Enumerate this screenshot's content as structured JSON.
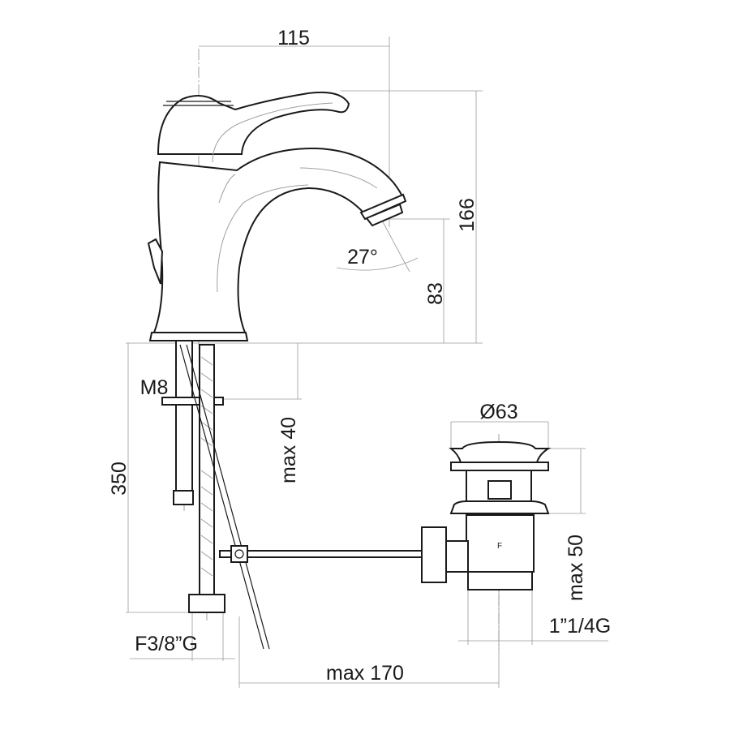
{
  "drawing": {
    "dimensions": {
      "width_top": "115",
      "height_total": "166",
      "spout_height": "83",
      "spout_angle": "27°",
      "thread_rod": "M8",
      "hose_length": "350",
      "deck_thickness": "max 40",
      "drain_diameter": "Ø63",
      "drain_height": "max 50",
      "drain_thread": "1”1/4G",
      "pop_up_reach": "max 170",
      "hose_connection": "F3/8”G"
    },
    "drain_mark": "F"
  }
}
